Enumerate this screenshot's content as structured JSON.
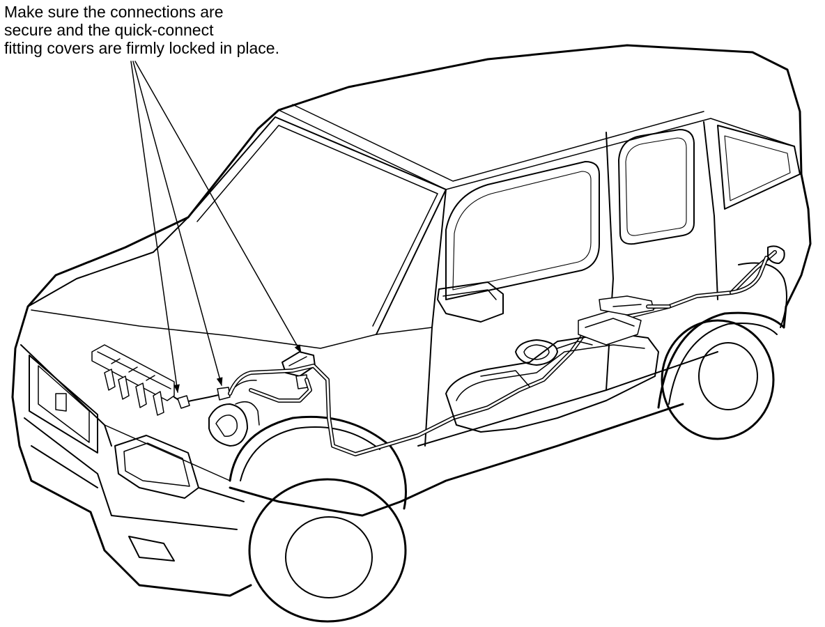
{
  "callout": {
    "lines": [
      "Make sure the connections are",
      "secure and the quick-connect",
      "fitting covers are firmly locked in place."
    ]
  }
}
